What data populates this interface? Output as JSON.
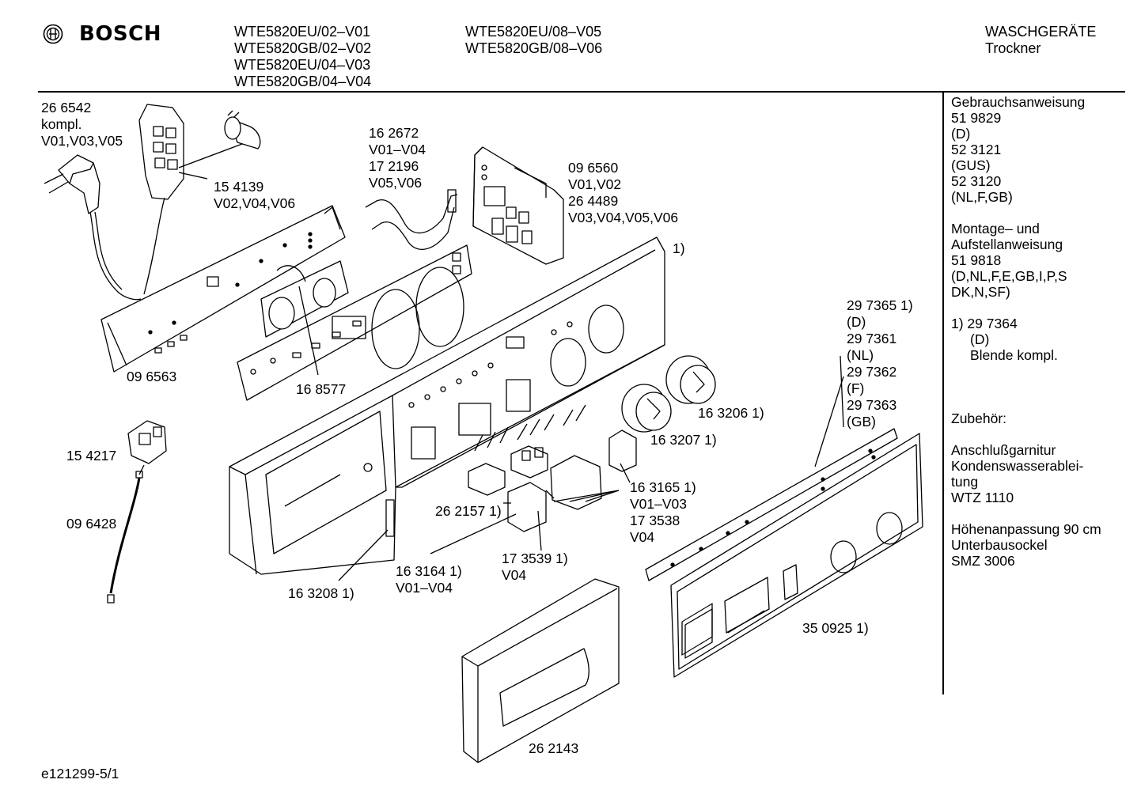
{
  "header": {
    "brand": "BOSCH",
    "models_col1": [
      "WTE5820EU/02–V01",
      "WTE5820GB/02–V02",
      "WTE5820EU/04–V03",
      "WTE5820GB/04–V04"
    ],
    "models_col2": [
      "WTE5820EU/08–V05",
      "WTE5820GB/08–V06"
    ],
    "category": [
      "WASCHGERÄTE",
      "Trockner"
    ]
  },
  "sidebar": {
    "manual_title": "Gebrauchsanweisung",
    "manual_lines": [
      "51 9829",
      "(D)",
      "52 3121",
      "(GUS)",
      "52 3120",
      "(NL,F,GB)"
    ],
    "install_title": [
      "Montage– und",
      "Aufstellanweisung"
    ],
    "install_lines": [
      "51 9818",
      "(D,NL,F,E,GB,I,P,S",
      "DK,N,SF)"
    ],
    "note": [
      "1)  29 7364",
      "(D)",
      "Blende kompl."
    ],
    "accessories_title": "Zubehör:",
    "acc1": [
      "Anschlußgarnitur",
      "Kondenswasserablei-",
      "tung",
      "WTZ 1110"
    ],
    "acc2": [
      "Höhenanpassung 90 cm",
      "Unterbausockel",
      "SMZ 3006"
    ]
  },
  "parts": {
    "p266542": [
      "26 6542",
      "kompl.",
      "V01,V03,V05"
    ],
    "p154139": [
      "15 4139",
      "V02,V04,V06"
    ],
    "p162672": [
      "16 2672",
      "V01–V04",
      "17 2196",
      "V05,V06"
    ],
    "p096560": [
      "09 6560",
      "V01,V02",
      "26 4489",
      "V03,V04,V05,V06"
    ],
    "p_note1": "1)",
    "p096563": "09 6563",
    "p168577": "16 8577",
    "p297365": [
      "29 7365 1)",
      "(D)",
      "29 7361",
      "(NL)",
      "29 7362",
      "(F)",
      "29 7363",
      "(GB)"
    ],
    "p163206": "16 3206 1)",
    "p163207": "16 3207 1)",
    "p154217": "15 4217",
    "p096428": "09 6428",
    "p163165": [
      "16 3165 1)",
      "V01–V03",
      "17 3538",
      "V04"
    ],
    "p262157": "26 2157 1)",
    "p173539": [
      "17 3539 1)",
      "V04"
    ],
    "p163164": [
      "16 3164 1)",
      "V01–V04"
    ],
    "p163208": "16 3208 1)",
    "p350925": "35 0925 1)",
    "p262143": "26 2143"
  },
  "footer": {
    "code": "e121299-5/1"
  }
}
